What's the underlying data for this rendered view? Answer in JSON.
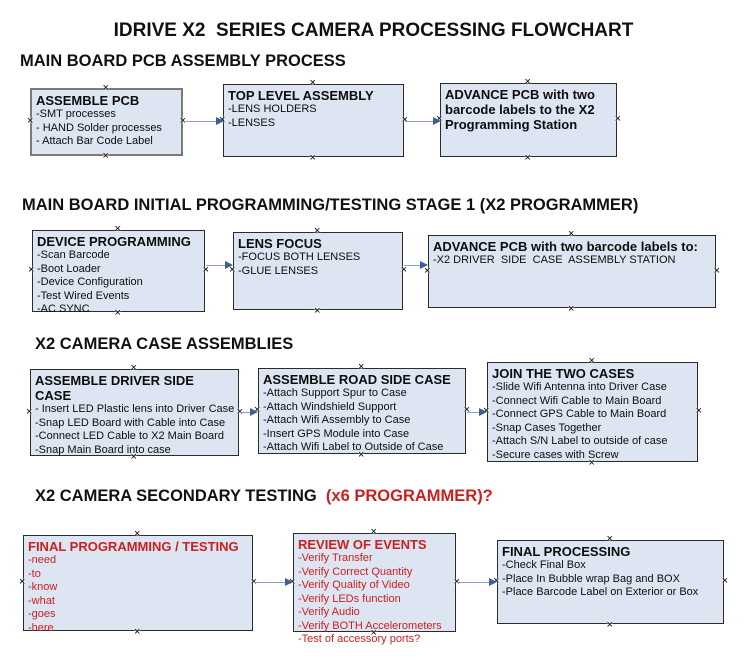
{
  "title": "IDRIVE X2  SERIES CAMERA PROCESSING FLOWCHART",
  "colors": {
    "box_fill": "#dce5f1",
    "box_border": "#4d4d4d",
    "red_text": "#cc2020",
    "arrow_line": "#89a3c1",
    "arrow_head": "#3c5f96"
  },
  "anchor_glyph": "×",
  "sections": [
    {
      "heading": {
        "text": "MAIN BOARD PCB ASSEMBLY PROCESS",
        "red_suffix": ""
      },
      "boxes": [
        {
          "title": "ASSEMBLE PCB",
          "lines": [
            "-SMT processes",
            "- HAND Solder processes",
            "- Attach Bar Code Label"
          ]
        },
        {
          "title": "TOP LEVEL ASSEMBLY",
          "lines": [
            "-LENS HOLDERS",
            "-LENSES"
          ]
        },
        {
          "title": "ADVANCE PCB with two barcode labels to the  X2 Programming Station",
          "lines": []
        }
      ]
    },
    {
      "heading": {
        "text": "MAIN BOARD INITIAL PROGRAMMING/TESTING STAGE 1 (X2 PROGRAMMER)",
        "red_suffix": ""
      },
      "boxes": [
        {
          "title": "DEVICE PROGRAMMING",
          "lines": [
            "-Scan Barcode",
            "-Boot Loader",
            "-Device Configuration",
            "-Test Wired Events",
            "-AC SYNC"
          ]
        },
        {
          "title": "LENS FOCUS",
          "lines": [
            "-FOCUS BOTH LENSES",
            "-GLUE LENSES"
          ]
        },
        {
          "title": "ADVANCE PCB with two barcode labels to:",
          "lines": [
            "-X2 DRIVER  SIDE  CASE  ASSEMBLY STATION"
          ]
        }
      ]
    },
    {
      "heading": {
        "text": "X2 CAMERA CASE ASSEMBLIES",
        "red_suffix": ""
      },
      "boxes": [
        {
          "title": "ASSEMBLE DRIVER SIDE CASE",
          "lines": [
            "- Insert LED Plastic lens into Driver Case",
            "-Snap LED Board with Cable into Case",
            "-Connect LED Cable to X2 Main Board",
            "-Snap Main Board into case"
          ]
        },
        {
          "title": "ASSEMBLE ROAD SIDE CASE",
          "lines": [
            "-Attach Support Spur to Case",
            "-Attach Windshield Support",
            "-Attach Wifi Assembly to Case",
            "-Insert GPS Module into Case",
            "-Attach Wifi Label to Outside of Case"
          ]
        },
        {
          "title": "JOIN THE TWO CASES",
          "lines": [
            "-Slide Wifi Antenna into Driver Case",
            "-Connect Wifi Cable to Main Board",
            "-Connect GPS Cable to Main Board",
            "-Snap Cases Together",
            "-Attach S/N Label to outside of case",
            "-Secure cases with Screw"
          ]
        }
      ]
    },
    {
      "heading": {
        "text": "X2 CAMERA SECONDARY TESTING ",
        "red_suffix": " (x6 PROGRAMMER)?"
      },
      "boxes": [
        {
          "title": "FINAL PROGRAMMING / TESTING",
          "lines": [
            "-need",
            "-to",
            "-know",
            "-what",
            "-goes",
            "-here"
          ]
        },
        {
          "title": "REVIEW OF EVENTS",
          "lines": [
            "-Verify Transfer",
            "-Verify Correct Quantity",
            "-Verify Quality of Video",
            "-Verify LEDs function",
            "-Verify Audio",
            "-Verify BOTH Accelerometers",
            "-Test of accessory ports?"
          ]
        },
        {
          "title": "FINAL PROCESSING",
          "lines": [
            "-Check Final Box",
            "-Place In Bubble wrap Bag and BOX",
            "-Place Barcode Label on Exterior or Box"
          ]
        }
      ]
    }
  ]
}
